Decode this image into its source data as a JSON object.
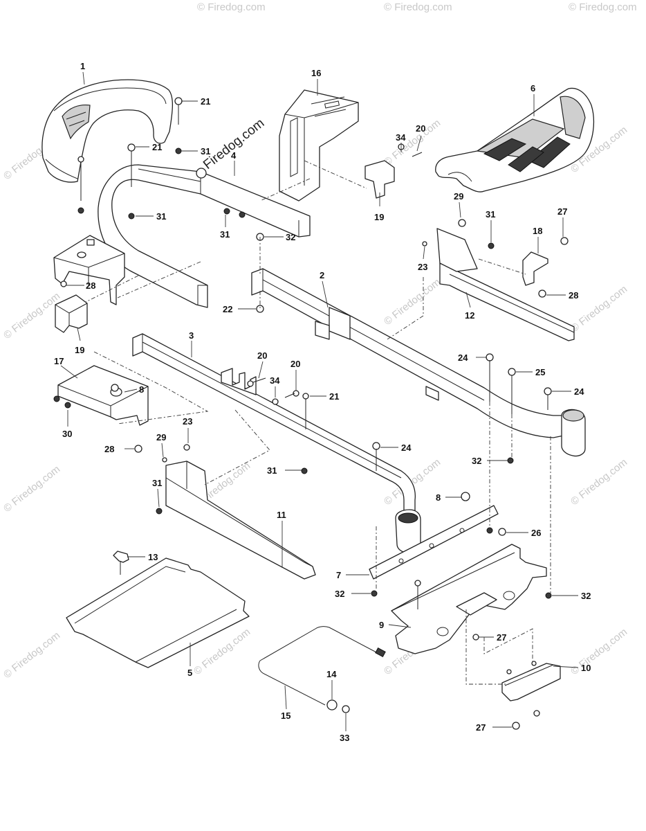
{
  "watermark": {
    "text": "© Firedog.com",
    "main_text": "Firedog.com"
  },
  "callouts": [
    {
      "id": "c1",
      "label": "1"
    },
    {
      "id": "c16",
      "label": "16"
    },
    {
      "id": "c6",
      "label": "6"
    },
    {
      "id": "c21a",
      "label": "21"
    },
    {
      "id": "c21b",
      "label": "21"
    },
    {
      "id": "c31a",
      "label": "31"
    },
    {
      "id": "c4",
      "label": "4"
    },
    {
      "id": "c34a",
      "label": "34"
    },
    {
      "id": "c20a",
      "label": "20"
    },
    {
      "id": "c19a",
      "label": "19"
    },
    {
      "id": "c31b",
      "label": "31"
    },
    {
      "id": "c31c",
      "label": "31"
    },
    {
      "id": "c32a",
      "label": "32"
    },
    {
      "id": "c29a",
      "label": "29"
    },
    {
      "id": "c31d",
      "label": "31"
    },
    {
      "id": "c27a",
      "label": "27"
    },
    {
      "id": "c18",
      "label": "18"
    },
    {
      "id": "c23a",
      "label": "23"
    },
    {
      "id": "c28a",
      "label": "28"
    },
    {
      "id": "c28b",
      "label": "28"
    },
    {
      "id": "c2",
      "label": "2"
    },
    {
      "id": "c22",
      "label": "22"
    },
    {
      "id": "c12",
      "label": "12"
    },
    {
      "id": "c19b",
      "label": "19"
    },
    {
      "id": "c3",
      "label": "3"
    },
    {
      "id": "c17",
      "label": "17"
    },
    {
      "id": "c20b",
      "label": "20"
    },
    {
      "id": "c20c",
      "label": "20"
    },
    {
      "id": "c34b",
      "label": "34"
    },
    {
      "id": "c21c",
      "label": "21"
    },
    {
      "id": "c8a",
      "label": "8"
    },
    {
      "id": "c30",
      "label": "30"
    },
    {
      "id": "c24a",
      "label": "24"
    },
    {
      "id": "c25",
      "label": "25"
    },
    {
      "id": "c24b",
      "label": "24"
    },
    {
      "id": "c28c",
      "label": "28"
    },
    {
      "id": "c23b",
      "label": "23"
    },
    {
      "id": "c29b",
      "label": "29"
    },
    {
      "id": "c24c",
      "label": "24"
    },
    {
      "id": "c31e",
      "label": "31"
    },
    {
      "id": "c32b",
      "label": "32"
    },
    {
      "id": "c31f",
      "label": "31"
    },
    {
      "id": "c11",
      "label": "11"
    },
    {
      "id": "c8b",
      "label": "8"
    },
    {
      "id": "c26",
      "label": "26"
    },
    {
      "id": "c13",
      "label": "13"
    },
    {
      "id": "c7",
      "label": "7"
    },
    {
      "id": "c32c",
      "label": "32"
    },
    {
      "id": "c32d",
      "label": "32"
    },
    {
      "id": "c9",
      "label": "9"
    },
    {
      "id": "c27b",
      "label": "27"
    },
    {
      "id": "c5",
      "label": "5"
    },
    {
      "id": "c10",
      "label": "10"
    },
    {
      "id": "c14",
      "label": "14"
    },
    {
      "id": "c15",
      "label": "15"
    },
    {
      "id": "c33",
      "label": "33"
    },
    {
      "id": "c27c",
      "label": "27"
    }
  ]
}
